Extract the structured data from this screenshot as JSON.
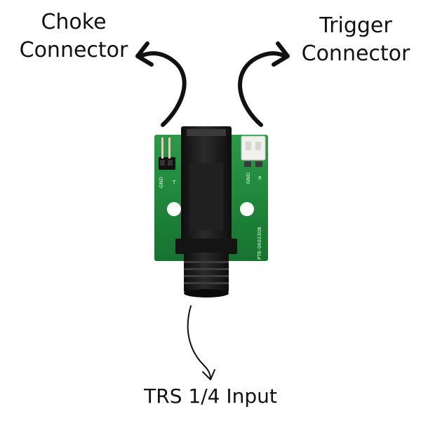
{
  "labels": {
    "choke": [
      "Choke",
      "Connector"
    ],
    "trigger": [
      "Trigger",
      "Connector"
    ],
    "trs": "TRS 1/4 Input"
  },
  "pcb_silkscreen": {
    "gnd_left": "GND",
    "gnd_right": "GND",
    "part_number": "PTE-0602308",
    "t_label": "T",
    "r_label": "R"
  },
  "icons": {
    "choke_arrow": "curved-arrow-icon",
    "trigger_arrow": "curved-arrow-icon",
    "input_arrow": "curved-arrow-icon"
  },
  "colors": {
    "pcb": "#1f8a3c",
    "jack": "#1a1a1a",
    "connector_white": "#f0f0ec",
    "text": "#111111"
  }
}
